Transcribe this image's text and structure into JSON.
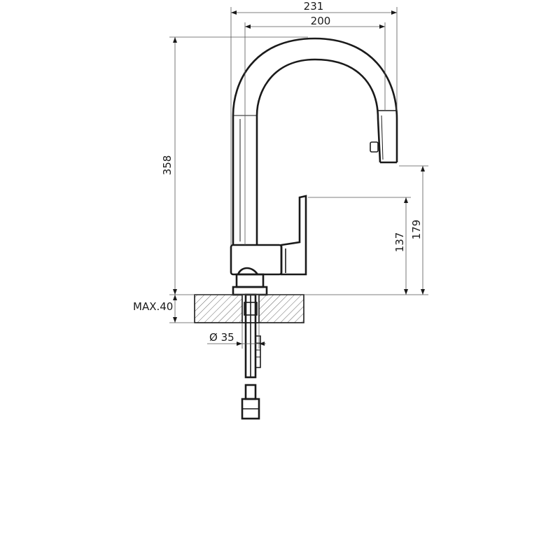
{
  "dimensions": {
    "overall_width": "231",
    "spout_reach": "200",
    "overall_height": "358",
    "spout_height": "179",
    "lever_height": "137",
    "max_thickness": "MAX.40",
    "hole_diameter": "Ø 35"
  },
  "colors": {
    "line": "#1a1a1a",
    "hatch": "#555555",
    "background": "#ffffff"
  }
}
